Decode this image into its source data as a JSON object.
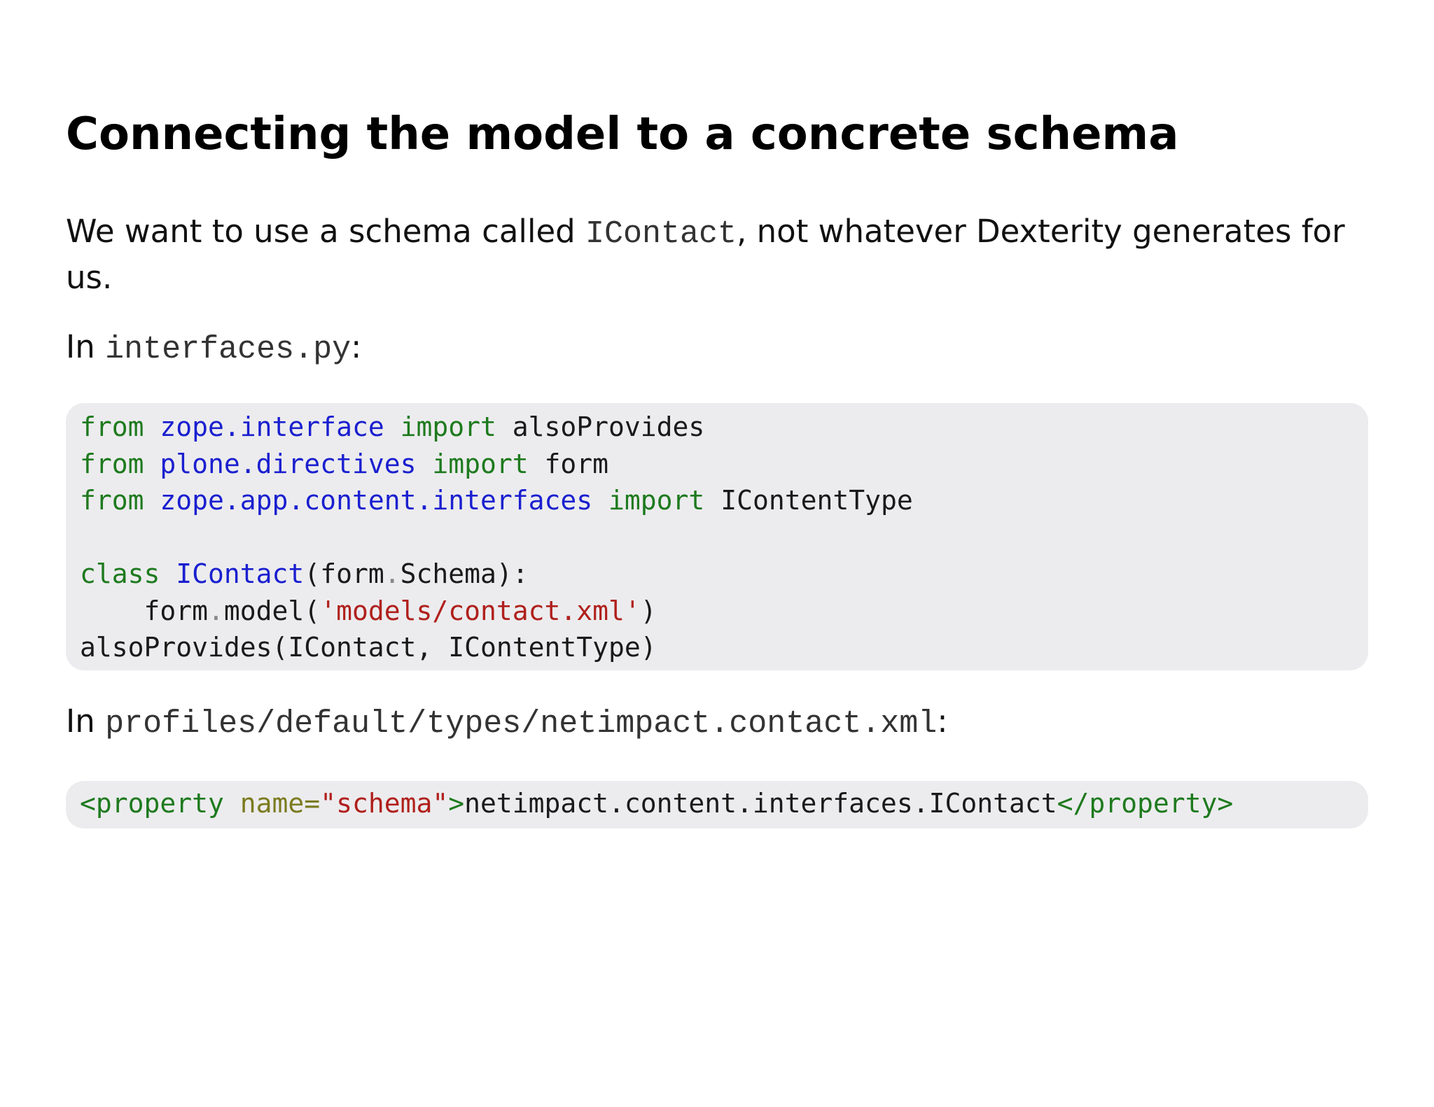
{
  "slide": {
    "title": "Connecting the model to a concrete schema",
    "para1": {
      "before": "We want to use a schema called ",
      "code": "IContact",
      "after": ", not whatever Dexterity generates for us."
    },
    "para2": {
      "before": "In ",
      "code": "interfaces.py",
      "after": ":"
    },
    "code_block_1": {
      "line1": {
        "kw1": "from",
        "mod": "zope.interface",
        "kw2": "import",
        "name": "alsoProvides"
      },
      "line2": {
        "kw1": "from",
        "mod": "plone.directives",
        "kw2": "import",
        "name": "form"
      },
      "line3": {
        "kw1": "from",
        "mod": "zope.app.content.interfaces",
        "kw2": "import",
        "name": "IContentType"
      },
      "line5": {
        "kw": "class",
        "cls": "IContact",
        "open": "(form",
        "dot": ".",
        "rest": "Schema):"
      },
      "line6": {
        "indent": "    ",
        "obj": "form",
        "dot": ".",
        "fn": "model(",
        "str": "'models/contact.xml'",
        "close": ")"
      },
      "line7": {
        "text": "alsoProvides(IContact, IContentType)"
      }
    },
    "para3": {
      "before": "In ",
      "code": "profiles/default/types/netimpact.contact.xml",
      "after": ":"
    },
    "code_block_2": {
      "open_tag": "<property",
      "attr": "name=",
      "value": "\"schema\"",
      "gt": ">",
      "text": "netimpact.content.interfaces.IContact",
      "close_tag": "</property>"
    }
  }
}
